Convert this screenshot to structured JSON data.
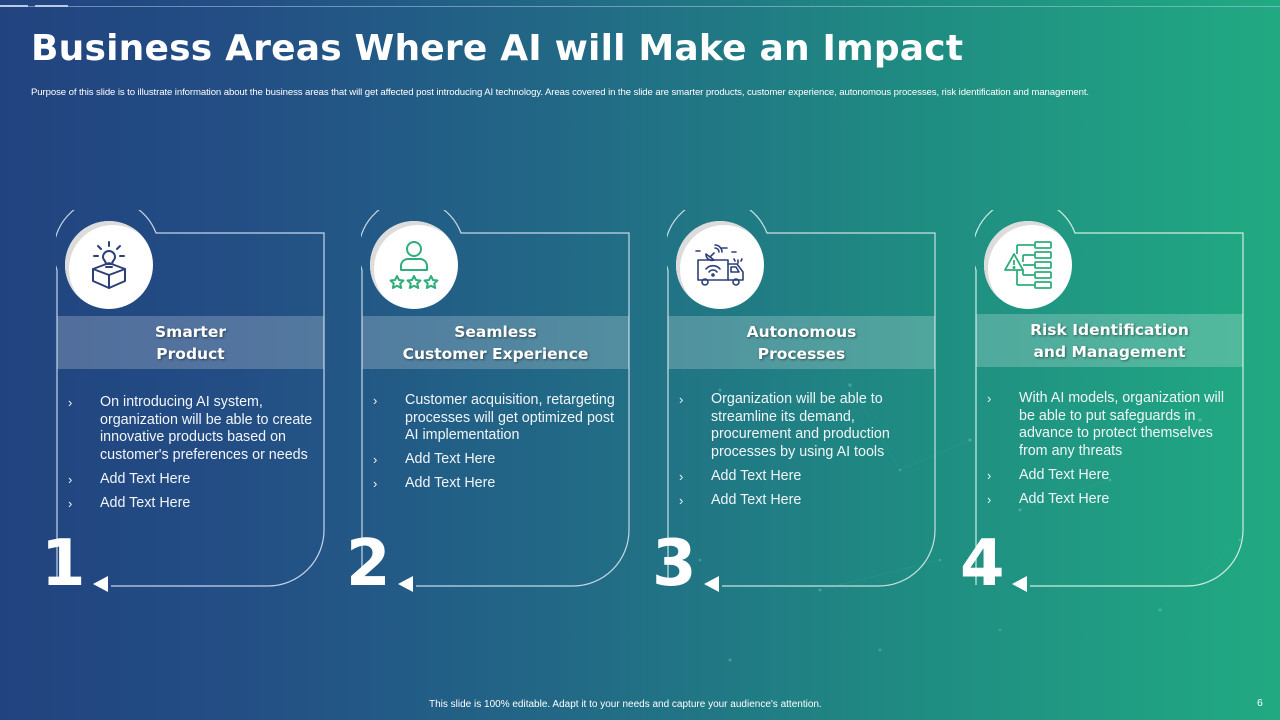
{
  "slide": {
    "title": "Business Areas Where AI will Make an Impact",
    "subtitle": "Purpose of this slide is to illustrate information about the business areas that will get affected post introducing AI technology. Areas covered in the slide are smarter products, customer experience, autonomous processes, risk identification and management.",
    "footer": "This slide is 100% editable.  Adapt it to your needs and capture your audience's attention.",
    "page_number": "6"
  },
  "colors": {
    "bg_left": "#22437f",
    "bg_right": "#21aa82",
    "icon_navy": "#2d3f78",
    "icon_green": "#2fae7a",
    "text": "#ffffff"
  },
  "cards": [
    {
      "number": "1",
      "icon": "lightbulb-box-icon",
      "title_line1": "Smarter",
      "title_line2": "Product",
      "bullets": [
        "On introducing AI system, organization will be able to create innovative products based on customer's preferences or needs",
        "Add Text Here",
        "Add Text Here"
      ]
    },
    {
      "number": "2",
      "icon": "customer-rating-icon",
      "title_line1": "Seamless",
      "title_line2": "Customer Experience",
      "bullets": [
        "Customer acquisition, retargeting processes will get optimized post AI implementation",
        "Add Text Here",
        "Add Text Here"
      ]
    },
    {
      "number": "3",
      "icon": "autonomous-truck-icon",
      "title_line1": "Autonomous",
      "title_line2": "Processes",
      "bullets": [
        "Organization will be able to streamline its demand, procurement and production processes by using AI tools",
        "Add Text Here",
        "Add Text Here"
      ]
    },
    {
      "number": "4",
      "icon": "risk-hierarchy-icon",
      "title_line1": "Risk Identification",
      "title_line2": "and Management",
      "bullets": [
        "With AI models, organization will be able to put safeguards in advance to protect themselves from any threats",
        "Add Text Here",
        "Add Text Here"
      ]
    }
  ],
  "bullet_glyph": "›"
}
